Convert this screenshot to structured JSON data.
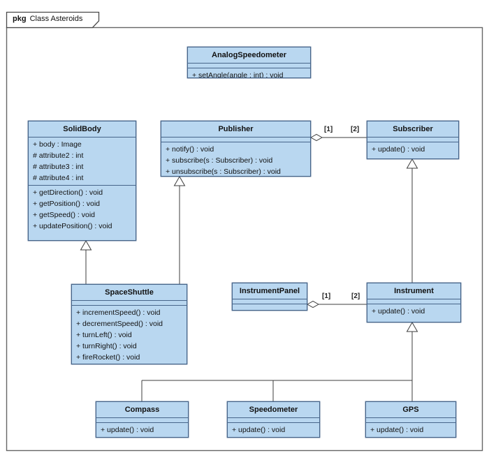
{
  "package": {
    "keyword": "pkg",
    "title": "Class Asteroids"
  },
  "classes": {
    "analog_speedometer": {
      "name": "AnalogSpeedometer",
      "attributes": [],
      "methods": [
        "+ setAngle(angle : int) : void"
      ]
    },
    "solid_body": {
      "name": "SolidBody",
      "attributes": [
        "+ body : Image",
        "# attribute2 : int",
        "# attribute3 : int",
        "# attribute4 : int"
      ],
      "methods": [
        "+ getDirection() : void",
        "+ getPosition() : void",
        "+ getSpeed() : void",
        "+ updatePosition() : void"
      ]
    },
    "publisher": {
      "name": "Publisher",
      "attributes": [],
      "methods": [
        "+ notify() : void",
        "+ subscribe(s : Subscriber) : void",
        "+ unsubscribe(s : Subscriber) : void"
      ]
    },
    "subscriber": {
      "name": "Subscriber",
      "attributes": [],
      "methods": [
        "+ update() : void"
      ]
    },
    "space_shuttle": {
      "name": "SpaceShuttle",
      "attributes": [],
      "methods": [
        "+ incrementSpeed() : void",
        "+ decrementSpeed() : void",
        "+ turnLeft() : void",
        "+ turnRight() : void",
        "+ fireRocket() : void"
      ]
    },
    "instrument_panel": {
      "name": "InstrumentPanel",
      "attributes": [],
      "methods": []
    },
    "instrument": {
      "name": "Instrument",
      "attributes": [],
      "methods": [
        "+ update() : void"
      ]
    },
    "compass": {
      "name": "Compass",
      "attributes": [],
      "methods": [
        "+ update() : void"
      ]
    },
    "speedometer": {
      "name": "Speedometer",
      "attributes": [],
      "methods": [
        "+ update() : void"
      ]
    },
    "gps": {
      "name": "GPS",
      "attributes": [],
      "methods": [
        "+ update() : void"
      ]
    }
  },
  "relationships": {
    "publisher_subscriber": {
      "type": "aggregation",
      "source": "Publisher",
      "target": "Subscriber",
      "source_multiplicity": "[1]",
      "target_multiplicity": "[2]"
    },
    "instrument_panel_instrument": {
      "type": "aggregation",
      "source": "InstrumentPanel",
      "target": "Instrument",
      "source_multiplicity": "[1]",
      "target_multiplicity": "[2]"
    },
    "space_shuttle_solid_body": {
      "type": "generalization",
      "source": "SpaceShuttle",
      "target": "SolidBody"
    },
    "space_shuttle_publisher": {
      "type": "generalization",
      "source": "SpaceShuttle",
      "target": "Publisher"
    },
    "instrument_subscriber": {
      "type": "generalization",
      "source": "Instrument",
      "target": "Subscriber"
    },
    "compass_instrument": {
      "type": "generalization",
      "source": "Compass",
      "target": "Instrument"
    },
    "speedometer_instrument": {
      "type": "generalization",
      "source": "Speedometer",
      "target": "Instrument"
    },
    "gps_instrument": {
      "type": "generalization",
      "source": "GPS",
      "target": "Instrument"
    }
  },
  "colors": {
    "class_fill": "#b9d7f0",
    "class_border": "#47658a",
    "line": "#3c3c3c",
    "frame_border": "#666666"
  }
}
